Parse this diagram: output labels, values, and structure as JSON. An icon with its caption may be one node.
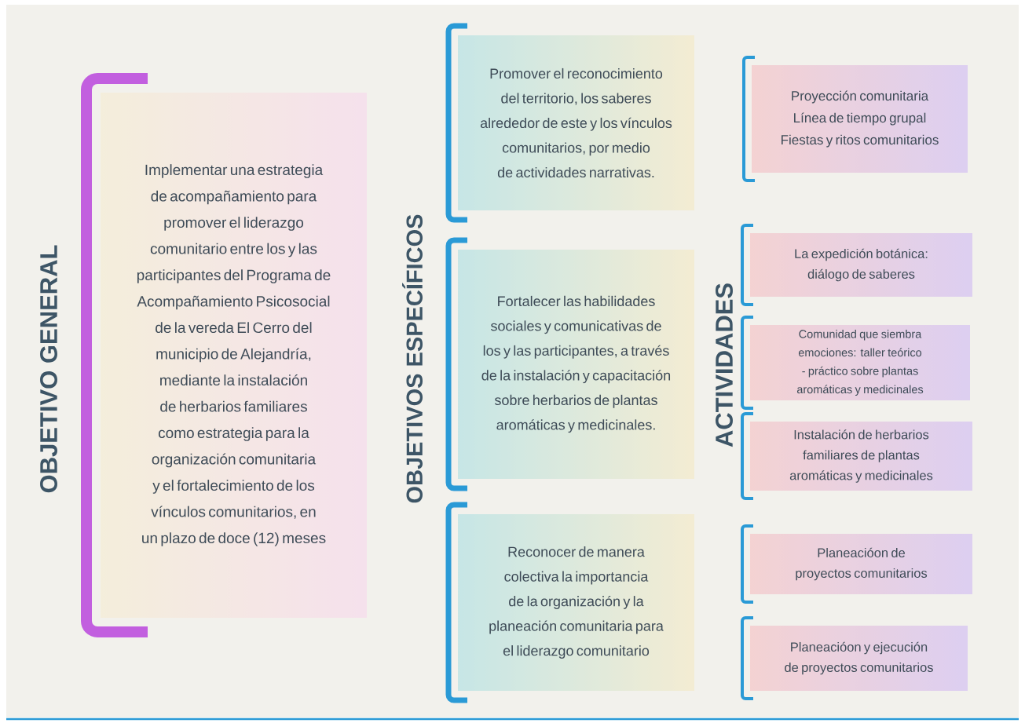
{
  "diagram": {
    "nodes": [
      {
        "text": [
          "Implementar una estrategia de acompañamiento para promover el liderazgo comunitario entre los y las participantes del Programa de Acompañamiento Psicosocial de la vereda El Cerro del municipio de Alejandría, mediante la instalación de herbarios familiares como estrategia para la organización comunitaria y el fortalecimiento de los vínculos comunitarios, en un plazo de doce (12) meses"
        ]
      },
      {
        "text": [
          "Promover el reconocimiento del territorio, los saberes alrededor de este y los vínculos comunitarios, por medio de actividades narrativas."
        ]
      },
      {
        "text": [
          "Fortalecer las habilidades sociales y comunicativas de los y las participantes, a través de la instalación y capacitación sobre herbarios de plantas aromáticas y medicinales."
        ]
      },
      {
        "text": [
          "Reconocer de manera colectiva la importancia de la organización y la planeación comunitaria para el liderazgo comunitario"
        ]
      },
      {
        "text": [
          "Proyección comunitaria",
          "Línea de tiempo grupal",
          "Fiestas y ritos comunitarios"
        ]
      },
      {
        "text": [
          "La expedición botánica: diálogo de saberes"
        ]
      },
      {
        "text": [
          "Comunidad que siembra emociones: taller teórico - práctico sobre plantas aromáticas y medicinales"
        ]
      },
      {
        "text": [
          "Instalación de herbarios familiares de plantas aromáticas y medicinales"
        ]
      },
      {
        "text": [
          "Planeacióon de proyectos comunitarios"
        ]
      },
      {
        "text": [
          "Planeacióon y ejecución de proyectos comunitarios"
        ]
      }
    ],
    "labels": [
      "OBJETIVO GENERAL",
      "OBJETIVOS ESPECÍFICOS",
      "ACTIVIDADES"
    ]
  }
}
